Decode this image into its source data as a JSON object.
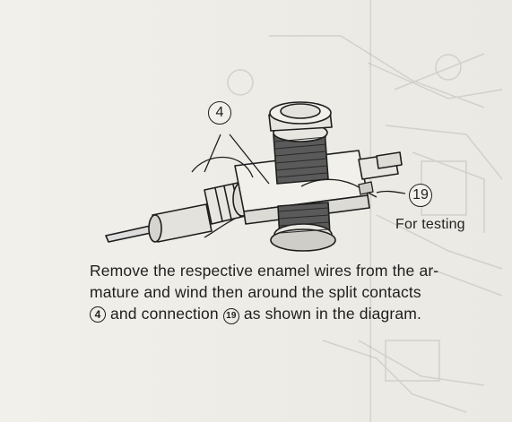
{
  "labels": {
    "contact_ref": "4",
    "connection_ref": "19",
    "testing_label": "For testing"
  },
  "instruction": {
    "line1": "Remove the respective enamel wires from the ar-",
    "line2": "mature and wind then around the split contacts",
    "line3_ref_a": "4",
    "line3_mid": " and connection ",
    "line3_ref_b": "19",
    "line3_end": " as shown in the diagram."
  }
}
